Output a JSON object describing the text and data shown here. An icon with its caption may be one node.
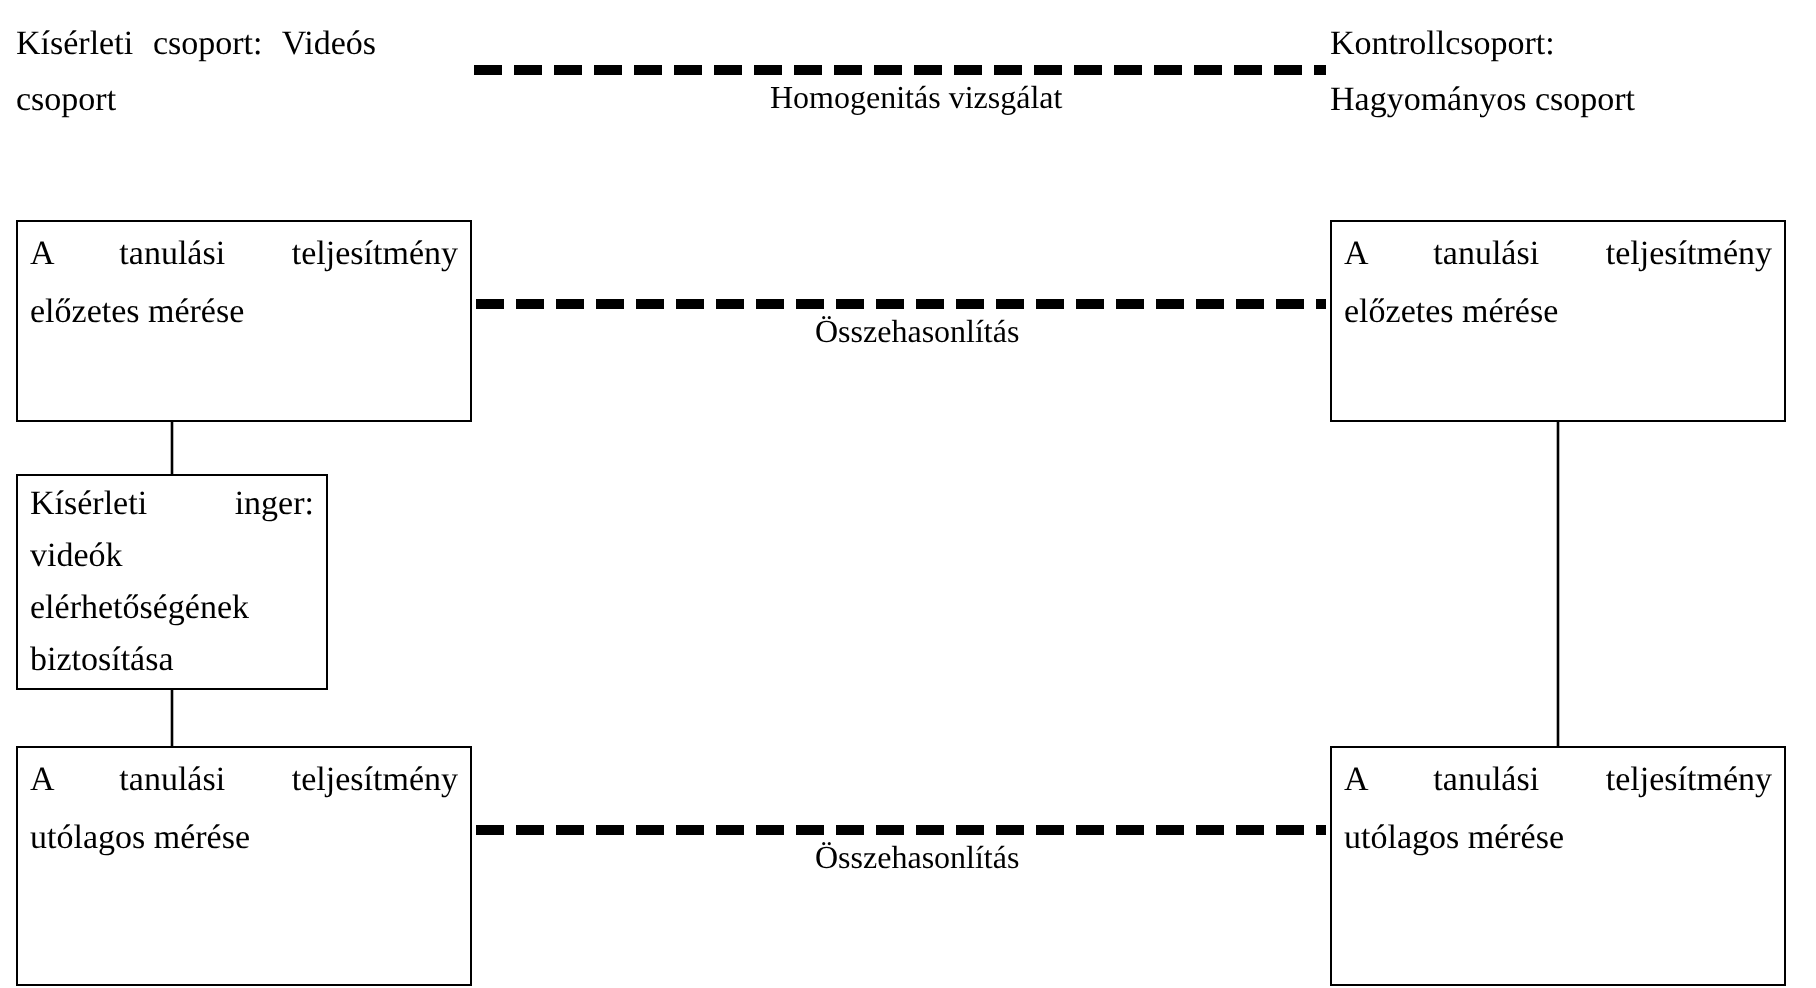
{
  "diagram": {
    "nodes": [
      {
        "text": [
          "Kísérleti csoport: Videós csoport"
        ]
      },
      {
        "text": [
          "Kontrollcsoport: Hagyományos csoport"
        ]
      },
      {
        "text": [
          "A tanulási teljesítmény előzetes mérése"
        ]
      },
      {
        "text": [
          "A tanulási teljesítmény előzetes mérése"
        ]
      },
      {
        "text": [
          "Kísérleti inger: videók elérhetőségének biztosítása"
        ]
      },
      {
        "text": [
          "A tanulási teljesítmény utólagos mérése"
        ]
      },
      {
        "text": [
          "A tanulási teljesítmény utólagos mérése"
        ]
      }
    ],
    "edges": [
      {
        "from": 0,
        "to": 1,
        "arrow": "none",
        "label": "Homogenitás vizsgálat",
        "style": "dashed"
      },
      {
        "from": 2,
        "to": 3,
        "arrow": "none",
        "label": "Összehasonlítás",
        "style": "dashed"
      },
      {
        "from": 2,
        "to": 4,
        "arrow": "none"
      },
      {
        "from": 4,
        "to": 5,
        "arrow": "none"
      },
      {
        "from": 3,
        "to": 6,
        "arrow": "none"
      },
      {
        "from": 5,
        "to": 6,
        "arrow": "none",
        "label": "Összehasonlítás",
        "style": "dashed"
      }
    ]
  }
}
